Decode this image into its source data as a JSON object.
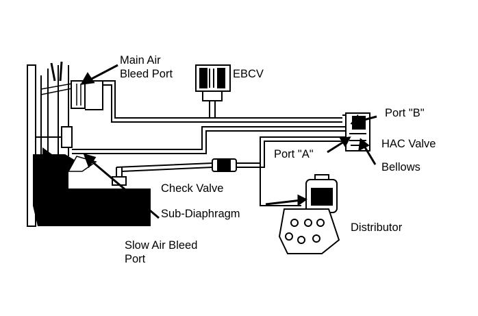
{
  "labels": {
    "main_air_bleed_port_line1": "Main Air",
    "main_air_bleed_port_line2": "Bleed Port",
    "ebcv": "EBCV",
    "port_b": "Port \"B\"",
    "port_a": "Port \"A\"",
    "hac_valve": "HAC Valve",
    "bellows": "Bellows",
    "check_valve": "Check Valve",
    "sub_diaphragm": "Sub-Diaphragm",
    "distributor": "Distributor",
    "slow_air_bleed_port_line1": "Slow Air Bleed",
    "slow_air_bleed_port_line2": "Port"
  },
  "colors": {
    "ink": "#000000",
    "paper": "#ffffff"
  }
}
